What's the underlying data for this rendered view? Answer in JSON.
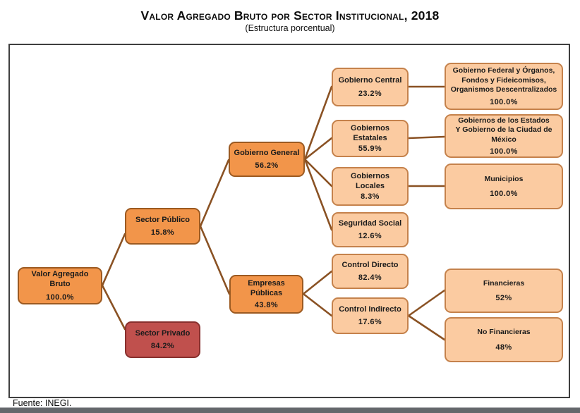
{
  "title": "Valor Agregado Bruto por Sector Institucional, 2018",
  "subtitle": "(Estructura porcentual)",
  "source": "Fuente: INEGI.",
  "colors": {
    "dark_orange_fill": "#F2954A",
    "dark_orange_border": "#9C5A21",
    "light_peach_fill": "#FBCBA1",
    "light_peach_border": "#C5824C",
    "red_fill": "#C0504D",
    "red_border": "#88302E",
    "connector_brown": "#8A5224"
  },
  "nodes": {
    "vab": {
      "label": "Valor Agregado\nBruto",
      "value": "100.0%"
    },
    "sector_publico": {
      "label": "Sector Público",
      "value": "15.8%"
    },
    "sector_privado": {
      "label": "Sector Privado",
      "value": "84.2%"
    },
    "gobierno_general": {
      "label": "Gobierno General",
      "value": "56.2%"
    },
    "empresas_publicas": {
      "label": "Empresas\nPúblicas",
      "value": "43.8%"
    },
    "gobierno_central": {
      "label": "Gobierno Central",
      "value": "23.2%"
    },
    "gobiernos_estatales": {
      "label": "Gobiernos\nEstatales",
      "value": "55.9%"
    },
    "gobiernos_locales": {
      "label": "Gobiernos\nLocales",
      "value": "8.3%"
    },
    "seguridad_social": {
      "label": "Seguridad Social",
      "value": "12.6%"
    },
    "control_directo": {
      "label": "Control Directo",
      "value": "82.4%"
    },
    "control_indirecto": {
      "label": "Control Indirecto",
      "value": "17.6%"
    },
    "gobierno_federal": {
      "label": "Gobierno Federal y Órganos,\nFondos y Fideicomisos,\nOrganismos Descentralizados",
      "value": "100.0%"
    },
    "gobiernos_estados": {
      "label": "Gobiernos de los Estados\nY Gobierno de la Ciudad de\nMéxico",
      "value": "100.0%"
    },
    "municipios": {
      "label": "Municipios",
      "value": "100.0%"
    },
    "financieras": {
      "label": "Financieras",
      "value": "52%"
    },
    "no_financieras": {
      "label": "No Financieras",
      "value": "48%"
    }
  }
}
